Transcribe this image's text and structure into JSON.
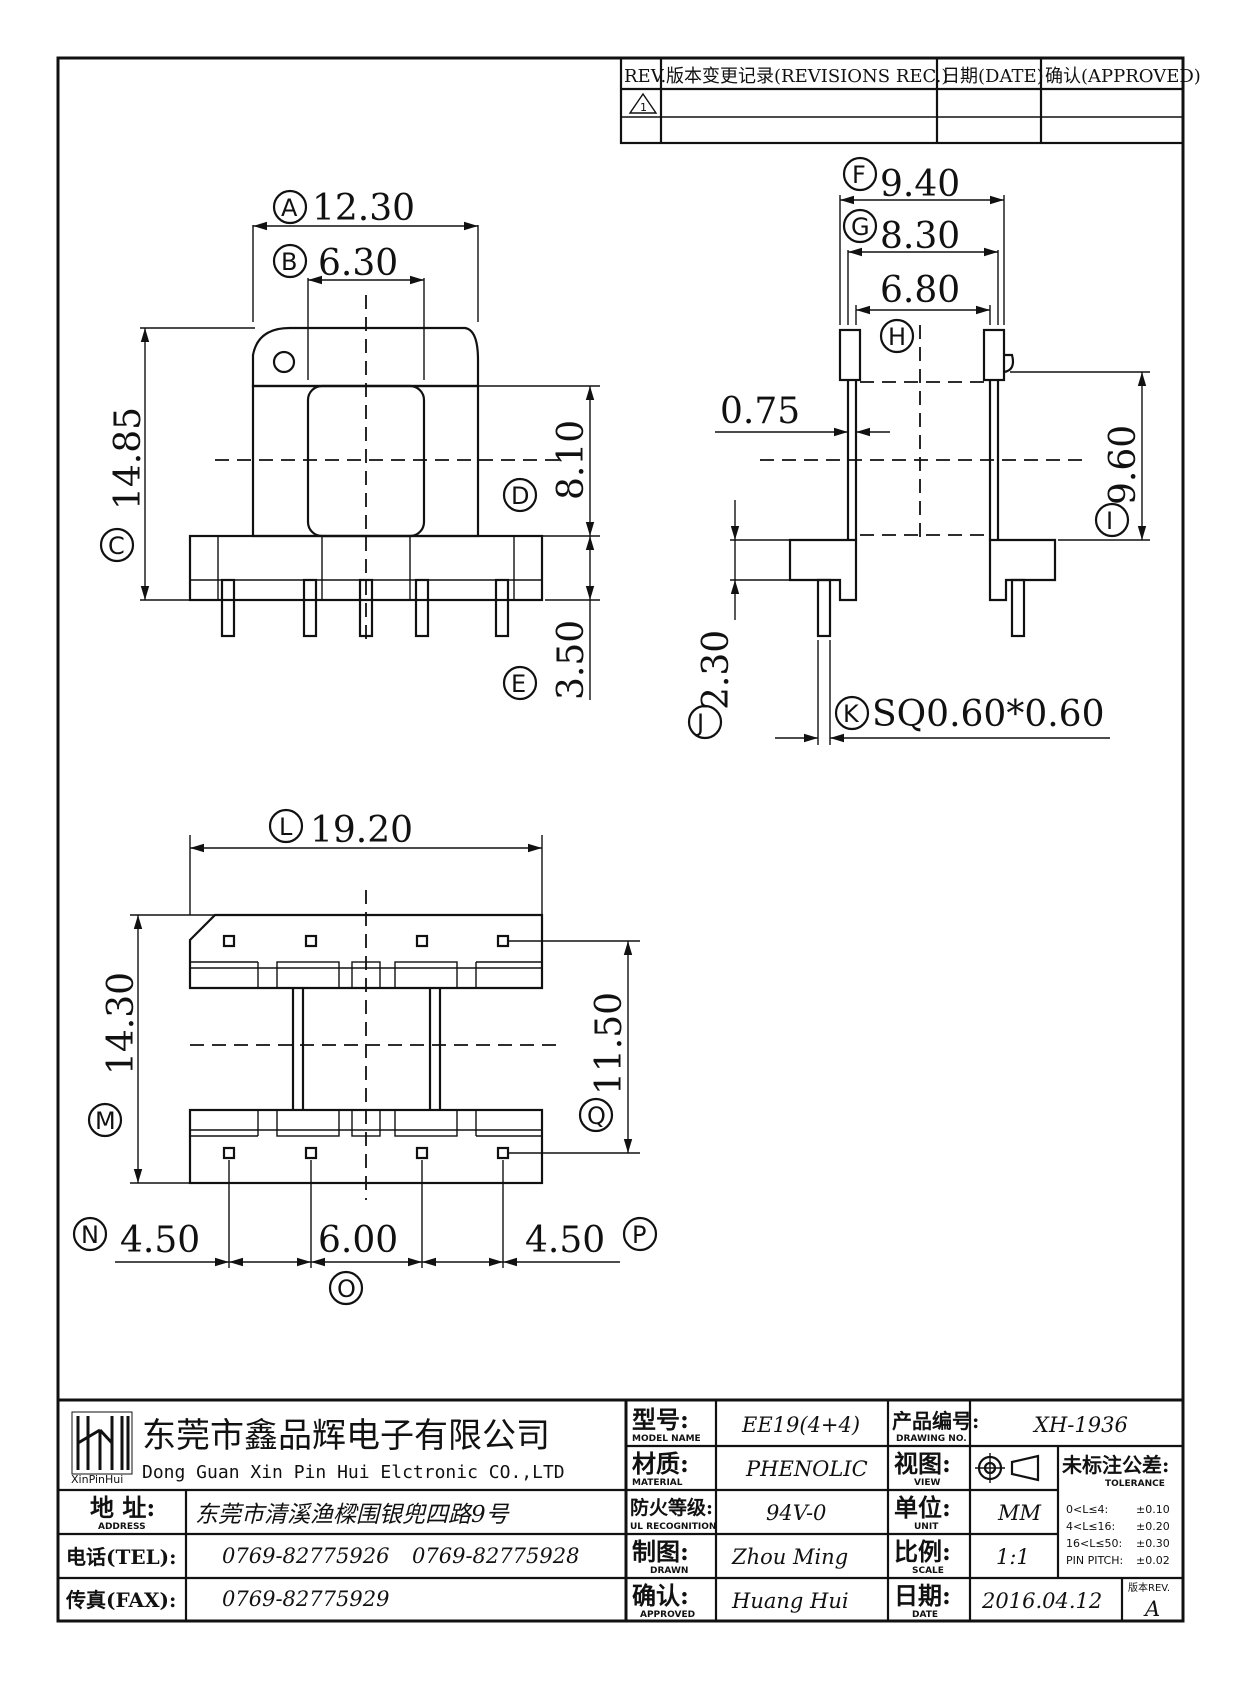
{
  "revisions": {
    "rev_header": "REV.",
    "record_header": "版本变更记录(REVISIONS REC.)",
    "date_header": "日期(DATE)",
    "approved_header": "确认(APPROVED)",
    "rev_symbol": "1"
  },
  "top_view": {
    "A": "A",
    "A_value": "12.30",
    "B": "B",
    "B_value": "6.30",
    "C": "C",
    "C_value": "14.85",
    "D": "D",
    "D_value": "8.10",
    "E": "E",
    "E_value": "3.50"
  },
  "side_view": {
    "F": "F",
    "F_value": "9.40",
    "G": "G",
    "G_value": "8.30",
    "H": "H",
    "H_value": "6.80",
    "I": "I",
    "I_value": "9.60",
    "J": "J",
    "J_value": "2.30",
    "K": "K",
    "K_value": "SQ0.60*0.60",
    "wall_value": "0.75"
  },
  "bottom_view": {
    "L": "L",
    "L_value": "19.20",
    "M": "M",
    "M_value": "14.30",
    "Q": "Q",
    "Q_value": "11.50",
    "N": "N",
    "N_value": "4.50",
    "O": "O",
    "O_value": "6.00",
    "P": "P",
    "P_value": "4.50"
  },
  "title_block": {
    "company_cn": "东莞市鑫品辉电子有限公司",
    "company_en": "Dong Guan Xin Pin Hui Elctronic CO.,LTD",
    "logo_text": "XinPinHui",
    "address_label": "地 址:",
    "address_label_en": "ADDRESS",
    "address": "东莞市清溪渔樑围银兜四路9号",
    "tel_label": "电话(TEL):",
    "tel1": "0769-82775926",
    "tel2": "0769-82775928",
    "fax_label": "传真(FAX):",
    "fax": "0769-82775929",
    "model_label": "型号:",
    "model_label_en": "MODEL NAME",
    "model": "EE19(4+4)",
    "material_label": "材质:",
    "material_label_en": "MATERIAL",
    "material": "PHENOLIC",
    "flame_label": "防火等级:",
    "flame_label_en": "UL RECOGNITION",
    "flame": "94V-0",
    "drawn_label": "制图:",
    "drawn_label_en": "DRAWN",
    "drawn": "Zhou Ming",
    "approved_label": "确认:",
    "approved_label_en": "APPROVED",
    "approved": "Huang Hui",
    "drawing_no_label": "产品编号:",
    "drawing_no_label_en": "DRAWING NO.",
    "drawing_no": "XH-1936",
    "view_label": "视图:",
    "view_label_en": "VIEW",
    "unit_label": "单位:",
    "unit_label_en": "UNIT",
    "unit": "MM",
    "scale_label": "比例:",
    "scale_label_en": "SCALE",
    "scale": "1:1",
    "date_label": "日期:",
    "date_label_en": "DATE",
    "date": "2016.04.12",
    "tolerance_title": "未标注公差:",
    "tolerance_title_en": "TOLERANCE",
    "tolerances": [
      {
        "range": "0<L≤4:",
        "value": "±0.10"
      },
      {
        "range": "4<L≤16:",
        "value": "±0.20"
      },
      {
        "range": "16<L≤50:",
        "value": "±0.30"
      },
      {
        "range": "PIN PITCH:",
        "value": "±0.02"
      }
    ],
    "rev_label": "版本REV.",
    "rev": "A"
  }
}
